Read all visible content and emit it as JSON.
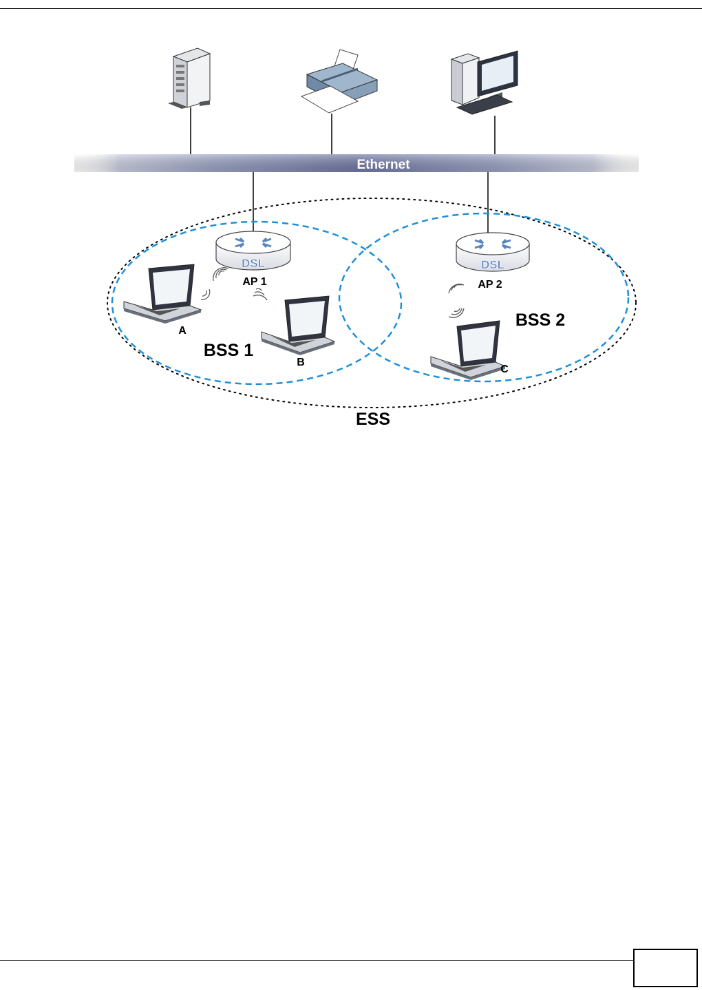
{
  "diagram": {
    "ethernet_label": "Ethernet",
    "ap1_label": "AP 1",
    "ap2_label": "AP 2",
    "ap_badge": "DSL",
    "bss1_label": "BSS 1",
    "bss2_label": "BSS 2",
    "ess_label": "ESS",
    "client_a": "A",
    "client_b": "B",
    "client_c": "C"
  },
  "page": {
    "number": ""
  },
  "colors": {
    "bss_boundary": "#1e90d8",
    "ethernet_bar": "#8a92b8",
    "router_text": "#5a7fbf"
  }
}
